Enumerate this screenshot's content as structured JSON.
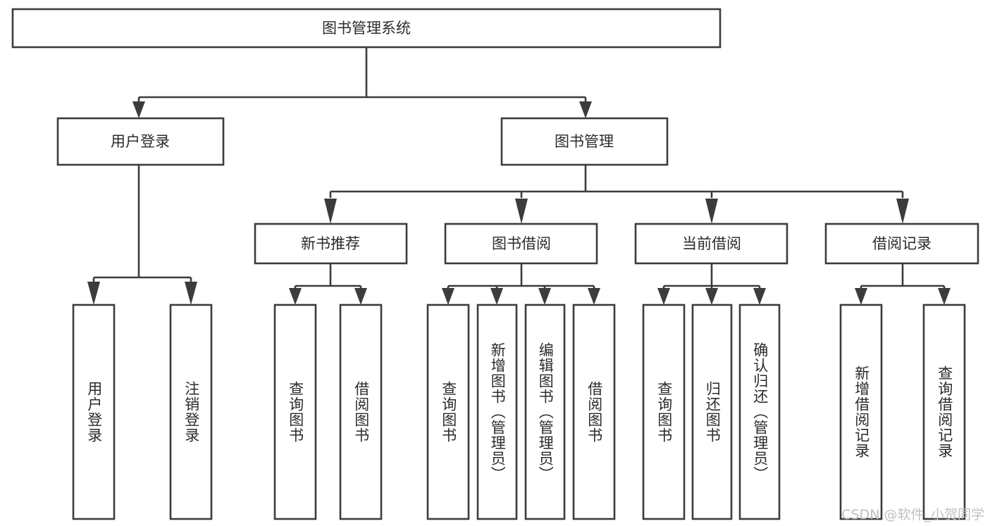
{
  "diagram": {
    "title": "图书管理系统",
    "watermark": "CSDN @软件_小贺同学",
    "colors": {
      "stroke": "#3c3c3c",
      "box_fill": "#ffffff",
      "text": "#2b2b2b",
      "background": "#ffffff",
      "watermark": "#bfbfbf"
    },
    "levels": {
      "root": {
        "label": "图书管理系统"
      },
      "level2": [
        {
          "label": "用户登录"
        },
        {
          "label": "图书管理"
        }
      ],
      "level3": [
        {
          "label": "新书推荐"
        },
        {
          "label": "图书借阅"
        },
        {
          "label": "当前借阅"
        },
        {
          "label": "借阅记录"
        }
      ],
      "leaves": {
        "user_login": [
          {
            "label": "用户登录"
          },
          {
            "label": "注销登录"
          }
        ],
        "new_book_recommend": [
          {
            "label": "查询图书"
          },
          {
            "label": "借阅图书"
          }
        ],
        "book_borrow": [
          {
            "label": "查询图书"
          },
          {
            "label": "新增图书（管理员）"
          },
          {
            "label": "编辑图书（管理员）"
          },
          {
            "label": "借阅图书"
          }
        ],
        "current_borrow": [
          {
            "label": "查询图书"
          },
          {
            "label": "归还图书"
          },
          {
            "label": "确认归还（管理员）"
          }
        ],
        "borrow_record": [
          {
            "label": "新增借阅记录"
          },
          {
            "label": "查询借阅记录"
          }
        ]
      }
    }
  }
}
